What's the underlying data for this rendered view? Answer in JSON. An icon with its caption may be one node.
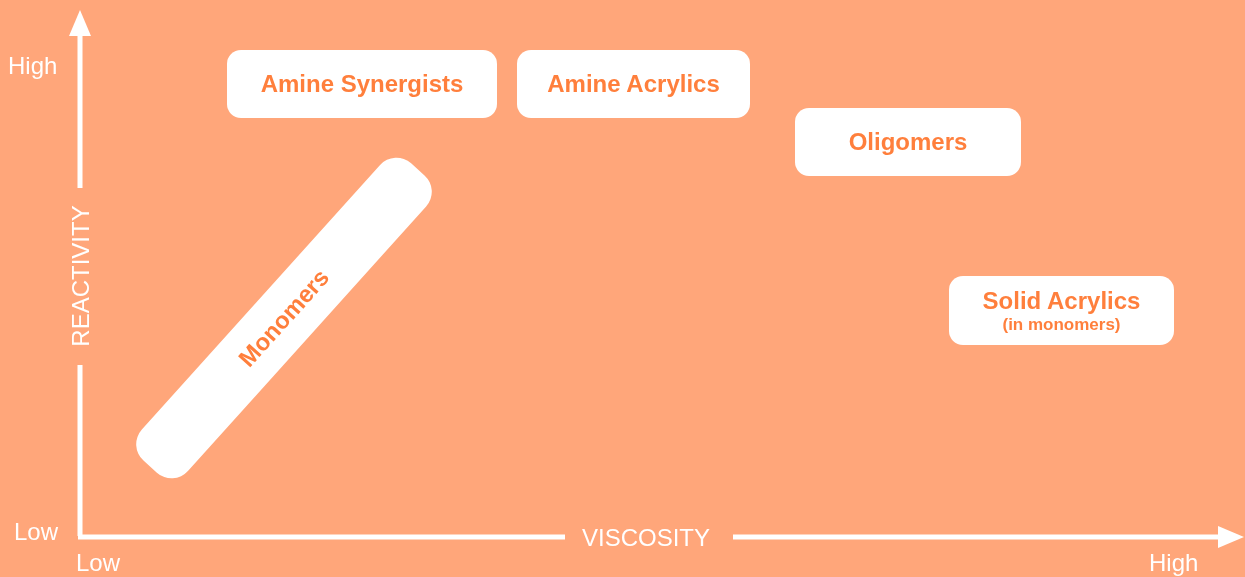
{
  "diagram": {
    "nodes": [
      {
        "text": [
          "Amine Synergists"
        ]
      },
      {
        "text": [
          "Amine Acrylics"
        ]
      },
      {
        "text": [
          "Oligomers"
        ]
      },
      {
        "text": [
          "Monomers"
        ]
      },
      {
        "text": [
          "Solid Acrylics",
          "(in monomers)"
        ]
      }
    ],
    "labels": [
      "High",
      "REACTIVITY",
      "Low",
      "VISCOSITY",
      "Low",
      "High"
    ]
  }
}
